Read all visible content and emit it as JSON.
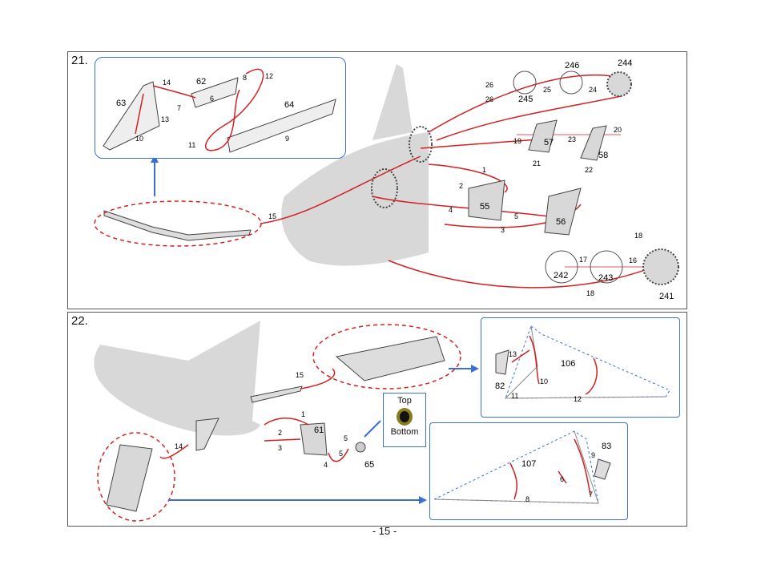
{
  "panel21": {
    "number": "21.",
    "part_labels": [
      "63",
      "62",
      "64",
      "244",
      "246",
      "245",
      "57",
      "58",
      "55",
      "56",
      "242",
      "243",
      "241"
    ],
    "step_labels": [
      "14",
      "8",
      "12",
      "7",
      "6",
      "13",
      "10",
      "11",
      "9",
      "26",
      "26",
      "25",
      "24",
      "19",
      "23",
      "20",
      "21",
      "22",
      "1",
      "2",
      "4",
      "5",
      "3",
      "15",
      "18",
      "17",
      "16",
      "18"
    ]
  },
  "panel22": {
    "number": "22.",
    "part_labels": [
      "106",
      "82",
      "61",
      "65",
      "107",
      "83"
    ],
    "step_labels": [
      "13",
      "10",
      "11",
      "12",
      "15",
      "1",
      "2",
      "3",
      "5",
      "5",
      "4",
      "14",
      "9",
      "6",
      "7",
      "8"
    ],
    "inset_text": {
      "top": "Top",
      "bottom": "Bottom"
    }
  },
  "page_number": "- 15 -",
  "colors": {
    "guide_line": "#d42020",
    "inset_border": "#3a6fd8",
    "part_fill": "#d8d8d8"
  }
}
